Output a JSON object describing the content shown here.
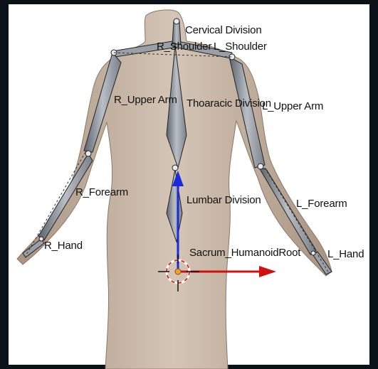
{
  "labels": {
    "cervical": "Cervical Division",
    "r_shoulder": "R_Shoulder",
    "l_shoulder": "L_Shoulder",
    "r_upper_arm": "R_Upper Arm",
    "thoracic": "Thoaracic Division",
    "l_upper_arm": "L_Upper Arm",
    "r_forearm": "R_Forearm",
    "lumbar": "Lumbar Division",
    "l_forearm": "L_Forearm",
    "r_hand": "R_Hand",
    "sacrum": "Sacrum_HumanoidRoot",
    "l_hand": "L_Hand"
  },
  "colors": {
    "skin": "#c9b8a8",
    "bone_fill": "#9aa0a8",
    "bone_light": "#e8eaee",
    "axis_y": "#1a2bd8",
    "axis_x": "#d01010",
    "cursor": "#d03020",
    "accent": "#1aa6a6"
  },
  "icons": {
    "origin_cursor": "3d-cursor-icon",
    "axis_y": "y-axis-arrow-icon",
    "axis_x": "x-axis-arrow-icon"
  }
}
